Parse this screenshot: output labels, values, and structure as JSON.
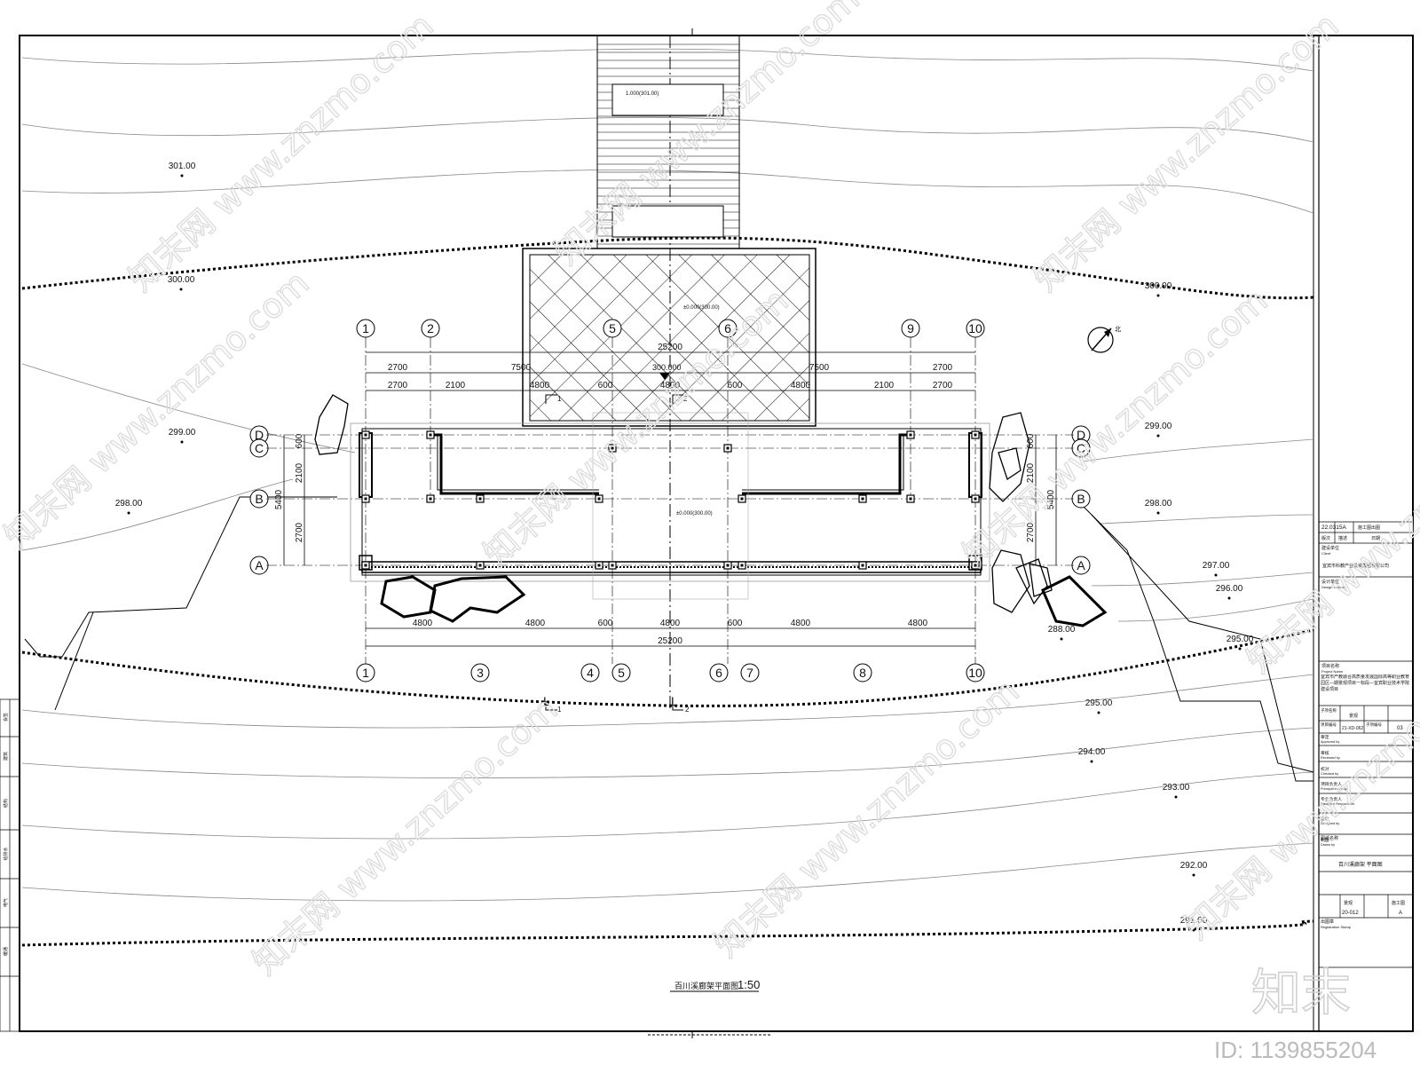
{
  "drawing": {
    "title": "百川溪廊架平面图",
    "scale": "1:50"
  },
  "elevations": {
    "contours": [
      "301.00",
      "300.00",
      "300.00",
      "299.00",
      "298.00",
      "299.00",
      "298.00",
      "297.00",
      "296.00",
      "295.00",
      "295.00",
      "294.00",
      "293.00",
      "292.00",
      "291.00",
      "288.00"
    ],
    "stair_landing": "1.000(301.00)",
    "platform_top": "±0.000(300.00)",
    "pavilion_floor": "±0.000(300.00)",
    "platform_center": "300.000"
  },
  "grid": {
    "top_axes": [
      "1",
      "2",
      "5",
      "6",
      "9",
      "10"
    ],
    "bottom_axes": [
      "1",
      "3",
      "4",
      "5",
      "6",
      "7",
      "8",
      "10"
    ],
    "left_rows": [
      "D",
      "C",
      "B",
      "A"
    ],
    "right_rows": [
      "D",
      "C",
      "B",
      "A"
    ]
  },
  "dimensions": {
    "top_total": "25200",
    "top_row1": [
      "2700",
      "7500",
      "7500",
      "2700"
    ],
    "top_row2": [
      "2700",
      "2100",
      "4800",
      "600",
      "4800",
      "600",
      "4800",
      "2100",
      "2700"
    ],
    "bottom_row": [
      "4800",
      "4800",
      "600",
      "4800",
      "600",
      "4800",
      "4800"
    ],
    "bottom_total": "25200",
    "left_vertical": [
      "600",
      "2100",
      "2700"
    ],
    "left_total": "5400",
    "right_vertical": [
      "600",
      "2100",
      "2700"
    ],
    "right_total": "5400"
  },
  "section_marks": {
    "s1": "1",
    "s2": "2",
    "l1": "L",
    "l1_sub": "1",
    "l2": "L",
    "l2_sub": "2"
  },
  "north_arrow": "北",
  "title_block": {
    "revision": "22.0315A",
    "status": "施工图出图",
    "columns": [
      "版次",
      "描述",
      "日期"
    ],
    "owner_label": "建设单位",
    "owner_label_en": "Client",
    "owner_name": "宜宾市科教产业投资集团有限公司",
    "design_label": "设计单位",
    "design_label_en": "Design Institute",
    "project_label": "项目名称",
    "project_label_en": "Project Name",
    "project_name": "宜宾市产教融合高质量发展国际高等职业教育园区—期景观项目一标段—宜宾职业技术学院建设项目",
    "subproject_label": "子项名称",
    "subproject_value": "景观",
    "project_no_label": "项目编号",
    "project_no": "21-XD-062",
    "sub_no_label": "子项编号",
    "sub_no": "03",
    "roles": [
      "审定",
      "审核",
      "校对",
      "项目负责人",
      "专业负责人",
      "设计",
      "制图"
    ],
    "roles_en": [
      "Approved by",
      "Reviewed by",
      "Checked by",
      "Principal in charge",
      "Discipline Responsible",
      "Designed by",
      "Drawn by"
    ],
    "sheet_title_label": "图纸名称",
    "sheet_title": "百川溪廊架   平面图",
    "discipline": "景观",
    "stage": "施工图",
    "drawing_no": "20-012",
    "version": "A",
    "stamp_label": "出图章",
    "stamp_label_en": "Registration Stamp"
  },
  "left_strip": [
    "会签",
    "建筑",
    "结构",
    "给排水",
    "电气",
    "暖通"
  ],
  "watermark": {
    "site": "www.znzmo.com",
    "brand": "知末网",
    "logo": "知末",
    "id": "ID: 1139855204"
  }
}
